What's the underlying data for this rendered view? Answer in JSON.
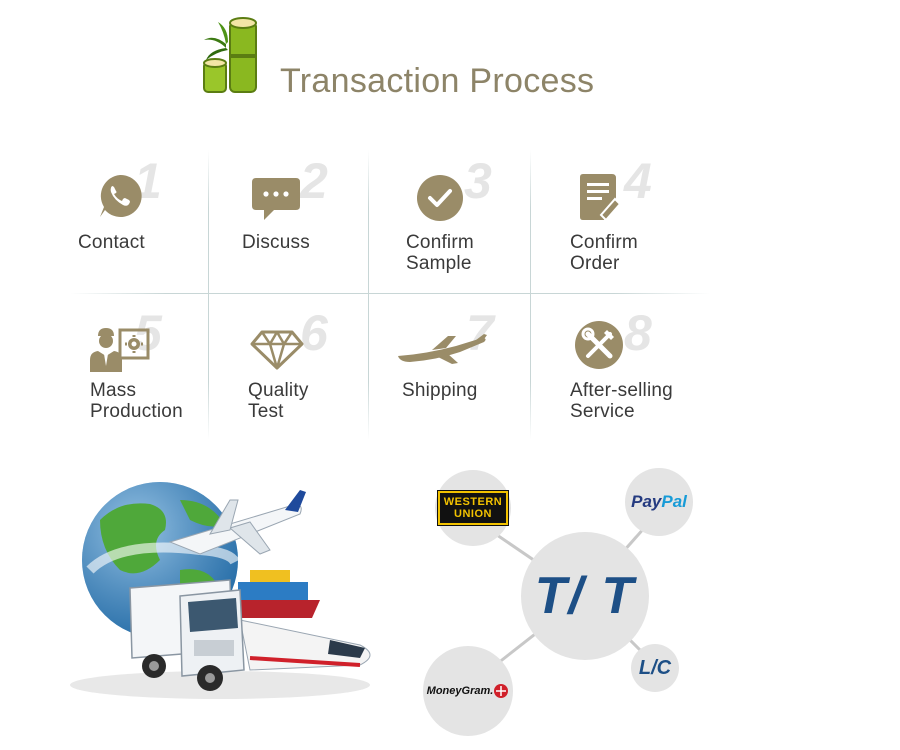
{
  "header": {
    "title": "Transaction Process",
    "logo_icon": "bamboo-icon"
  },
  "steps": [
    {
      "num": "1",
      "label": "Contact",
      "icon": "whatsapp-icon"
    },
    {
      "num": "2",
      "label": "Discuss",
      "icon": "chat-bubble-icon"
    },
    {
      "num": "3",
      "label": "Confirm\nSample",
      "icon": "checkmark-icon"
    },
    {
      "num": "4",
      "label": "Confirm\nOrder",
      "icon": "document-icon"
    },
    {
      "num": "5",
      "label": "Mass\nProduction",
      "icon": "worker-gear-icon"
    },
    {
      "num": "6",
      "label": "Quality\nTest",
      "icon": "diamond-icon"
    },
    {
      "num": "7",
      "label": "Shipping",
      "icon": "airplane-icon"
    },
    {
      "num": "8",
      "label": "After-selling\nService",
      "icon": "tools-icon"
    }
  ],
  "payments": {
    "center": "T/ T",
    "western_union_line1": "WESTERN",
    "western_union_line2": "UNION",
    "paypal_pay": "Pay",
    "paypal_pal": "Pal",
    "lc": "L/C",
    "moneygram": "MoneyGram."
  },
  "colors": {
    "icon": "#9a8c68",
    "title": "#8d8468",
    "label": "#3a3a3a",
    "number": "#e5e5e5",
    "tt": "#1d4f86"
  }
}
